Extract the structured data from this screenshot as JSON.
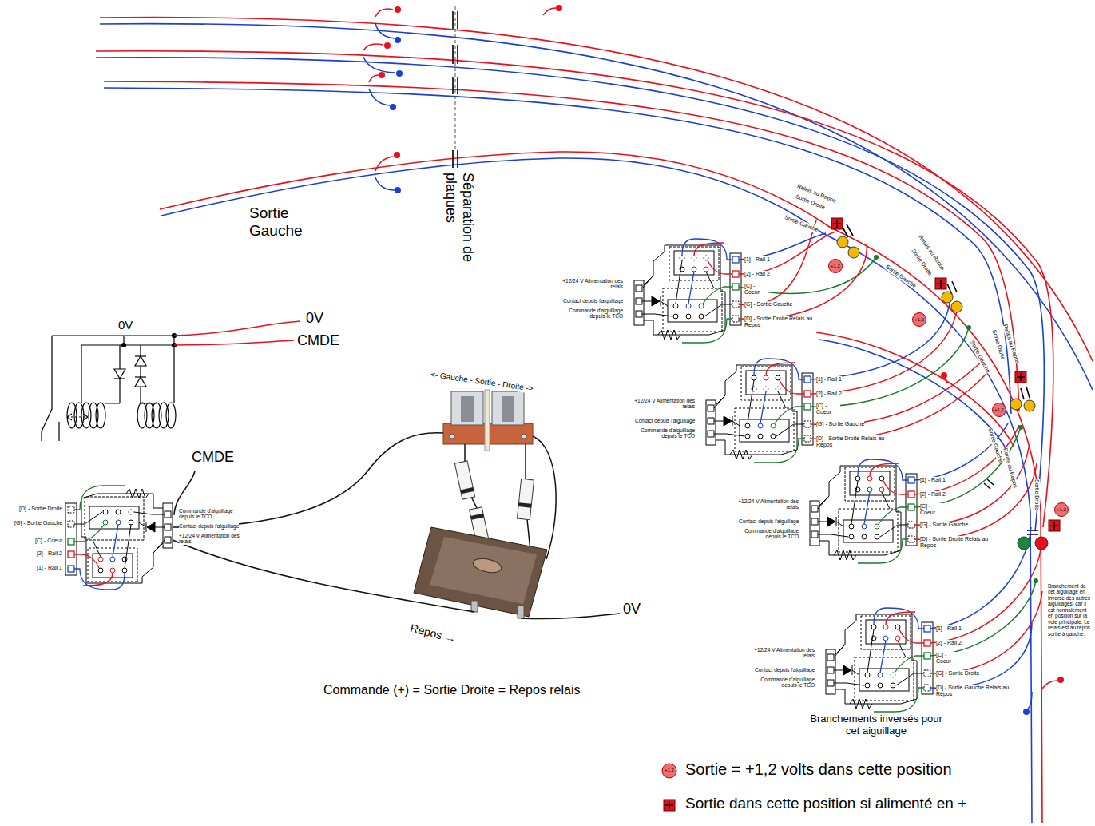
{
  "diagram": {
    "nodes": [
      {
        "text": [
          "+1,2"
        ]
      },
      {
        "text": [
          "+1,2"
        ]
      },
      {
        "text": [
          "+1,2"
        ]
      },
      {
        "text": [
          "+1,2"
        ]
      }
    ],
    "labels": [
      "Sortie Gauche",
      "Séparation de plaques",
      "Relais au Repos",
      "Sortie Droite",
      "Sortie Gauche",
      "Relais au Repos",
      "Sortie Droite",
      "Sortie Gauche",
      "Relais au Repos",
      "Sortie Droite",
      "Sortie Gauche",
      "Sortie Gauche",
      "Relais au Repos",
      "Sortie Droite",
      "[1] - Rail 1",
      "[2] - Rail 2",
      "[C] - Coeur",
      "[G] - Sortie Gauche",
      "[D] - Sortie Droite Relais au Repos",
      "+12/24 V Alimentation des relais",
      "Contact depuis l'aiguillage",
      "Commande d'aiguillage depuis le TCO",
      "[1] - Rail 1",
      "[2] - Rail 2",
      "[C] - Coeur",
      "[G] - Sortie Gauche",
      "[D] - Sortie Droite Relais au Repos",
      "+12/24 V Alimentation des relais",
      "Contact depuis l'aiguillage",
      "Commande d'aiguillage depuis le TCO",
      "[1] - Rail 1",
      "[2] - Rail 2",
      "[C] - Coeur",
      "[G] - Sortie Gauche",
      "[D] - Sortie Droite Relais au Repos",
      "+12/24 V Alimentation des relais",
      "Contact depuis l'aiguillage",
      "Commande d'aiguillage depuis le TCO",
      "[1] - Rail 1",
      "[2] - Rail 2",
      "[C] - Coeur",
      "[G] - Sortie Droite",
      "[D] - Sortie Gauche Relais au Repos",
      "+12/24 V Alimentation des relais",
      "Contact depuis l'aiguillage",
      "Commande d'aiguillage depuis le TCO",
      "[D] - Sortie Droite",
      "[G] - Sortie Gauche",
      "[C] - Coeur",
      "[2] - Rail 2",
      "[1] - Rail 1",
      "Commande d'aiguillage depuis le TCO",
      "Contact depuis l'aiguillage",
      "+12/24 V Alimentation des relais",
      "Branchements inversés pour cet aiguillage",
      "Branchement de cet aiguillage en inverse des autres aiguillages, car il est normalement en position sur la voie principale. Le relais est au repos sortie à gauche.",
      "0V",
      "0V",
      "CMDE",
      "CMDE",
      "<- Gauche - Sortie - Droite ->",
      "Repos →",
      "0V",
      "Commande (+) = Sortie Droite = Repos relais",
      "+1,2"
    ],
    "legend": [
      {
        "text": "Sortie = +1,2 volts dans cette position"
      },
      {
        "text": "Sortie dans cette position si alimenté en +"
      }
    ]
  }
}
